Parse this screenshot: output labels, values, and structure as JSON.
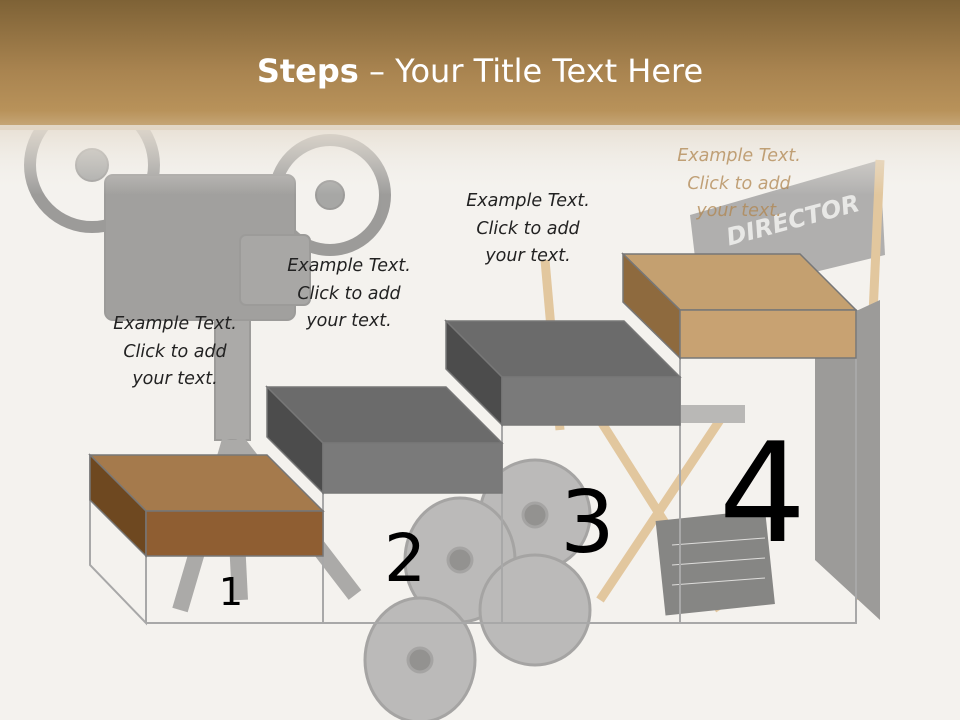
{
  "slide": {
    "title_bold": "Steps",
    "title_rest": " – Your Title Text Here"
  },
  "steps": [
    {
      "number": "1",
      "lines": [
        "Example Text.",
        "Click  to add",
        "your text."
      ],
      "top_color": "#a57a4c",
      "front_color": "#8f5e32",
      "side_color": "#6e4820"
    },
    {
      "number": "2",
      "lines": [
        "Example Text.",
        "Click  to add",
        "your text."
      ],
      "top_color": "#6b6b6b",
      "front_color": "#7a7a7a",
      "side_color": "#4c4c4c"
    },
    {
      "number": "3",
      "lines": [
        "Example Text.",
        "Click  to add",
        "your text."
      ],
      "top_color": "#6b6b6b",
      "front_color": "#7a7a7a",
      "side_color": "#4c4c4c"
    },
    {
      "number": "4",
      "lines": [
        "Example Text.",
        "Click  to add",
        "your text."
      ],
      "top_color": "#c4a070",
      "front_color": "#c8a272",
      "side_color": "#8e6a3e"
    }
  ],
  "background_props": {
    "chair_text": "DIRECTOR",
    "icons": [
      "film-projector-icon",
      "director-chair-icon",
      "film-reel-icon",
      "clapperboard-icon",
      "megaphone-icon"
    ]
  },
  "colors": {
    "header_top": "#7e6236",
    "header_bottom": "#b8925a",
    "background": "#f4f2ee",
    "outline": "#a8a8a8"
  }
}
